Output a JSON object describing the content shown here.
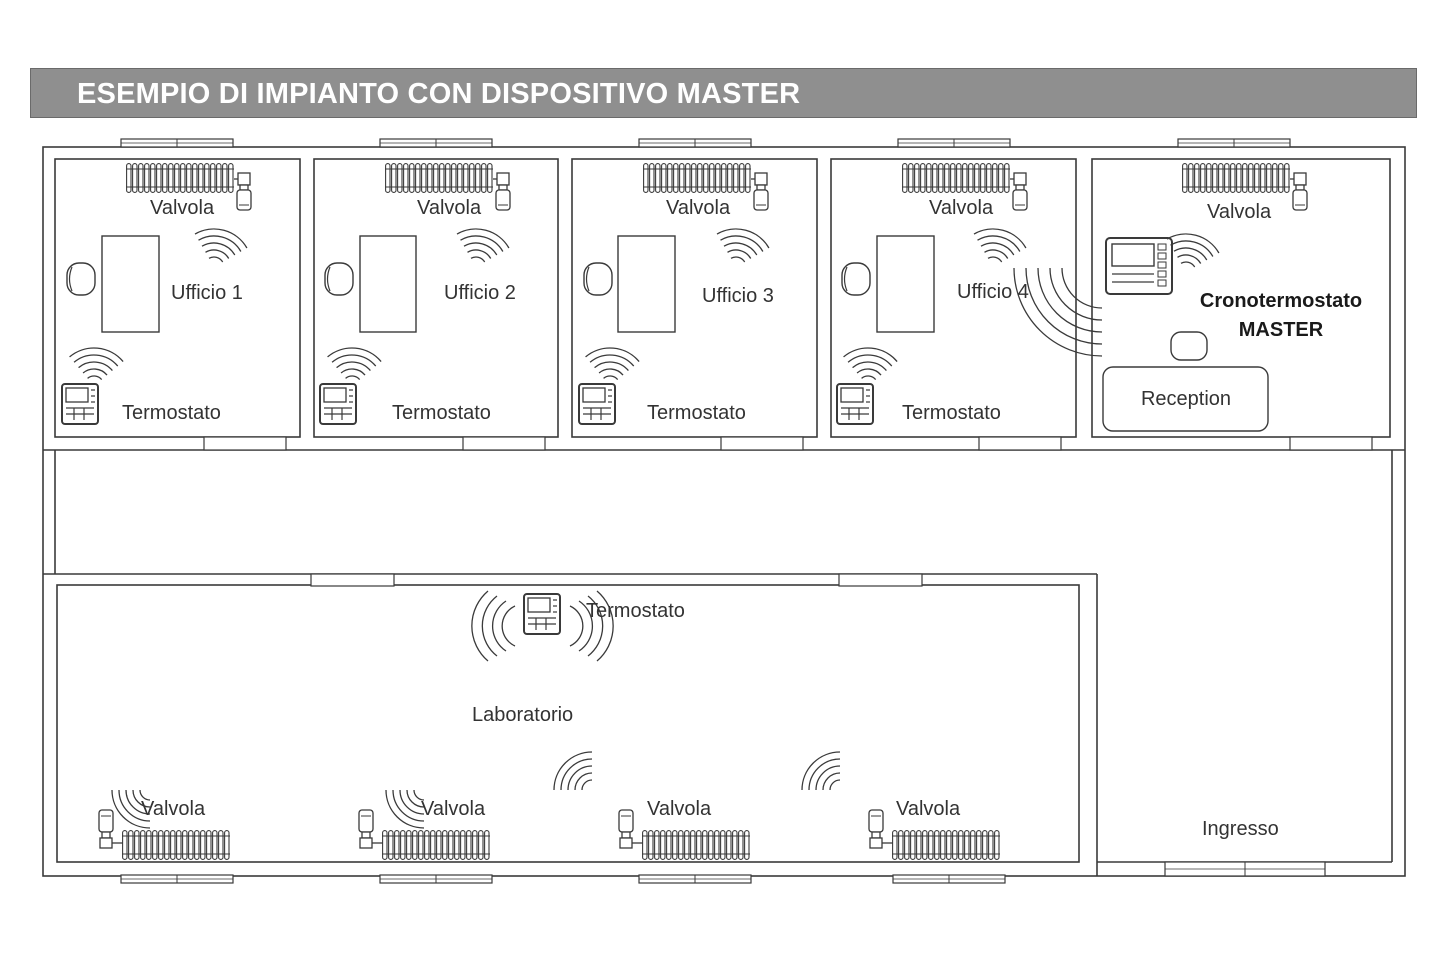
{
  "title": "ESEMPIO DI IMPIANTO CON DISPOSITIVO MASTER",
  "labels": {
    "valve": "Valvola",
    "thermostat": "Termostato",
    "office1": "Ufficio 1",
    "office2": "Ufficio 2",
    "office3": "Ufficio 3",
    "office4": "Ufficio 4",
    "master_line1": "Cronotermostato",
    "master_line2": "MASTER",
    "reception": "Reception",
    "lab": "Laboratorio",
    "entrance": "Ingresso"
  },
  "colors": {
    "banner": "#8f8f8f",
    "line": "#3a3a3a"
  }
}
